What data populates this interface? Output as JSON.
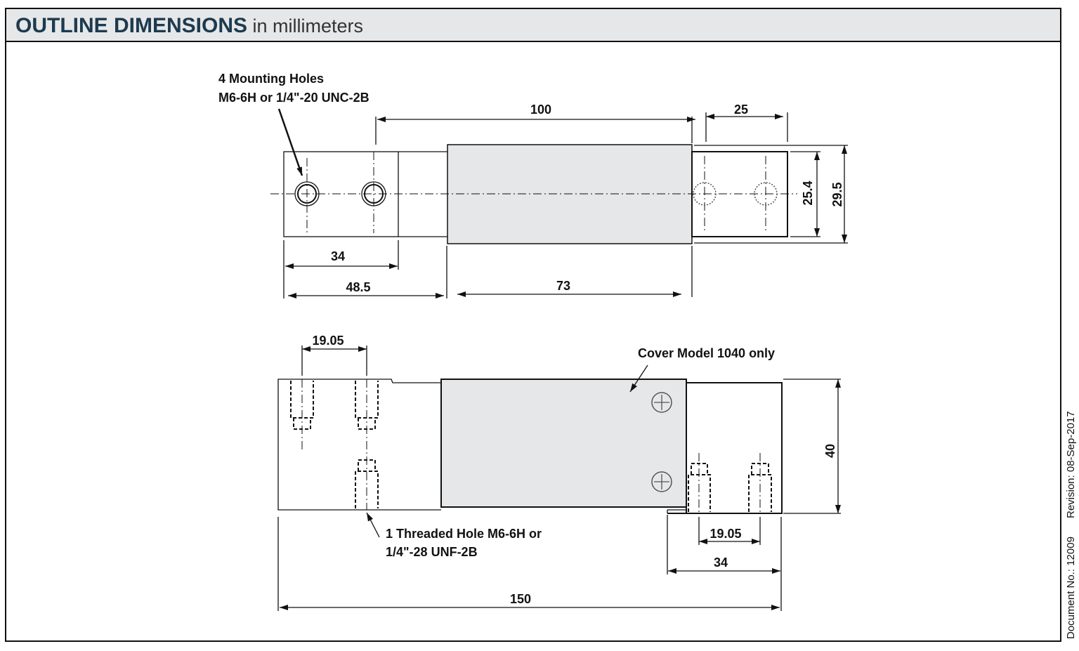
{
  "header": {
    "title_bold": "OUTLINE DIMENSIONS",
    "title_rest": " in millimeters"
  },
  "top_view": {
    "mounting_label_1": "4 Mounting Holes",
    "mounting_label_2": "M6-6H or 1/4\"-20 UNC-2B",
    "dims": {
      "d100": "100",
      "d25": "25",
      "d25_4": "25.4",
      "d29_5": "29.5",
      "d34": "34",
      "d48_5": "48.5",
      "d73": "73"
    }
  },
  "side_view": {
    "cover_label": "Cover Model 1040 only",
    "thread_label_1": "1 Threaded Hole M6-6H or",
    "thread_label_2": "1/4\"-28 UNF-2B",
    "dims": {
      "d19_05_top": "19.05",
      "d40": "40",
      "d19_05_bottom": "19.05",
      "d34": "34",
      "d150": "150"
    }
  },
  "footer": {
    "document_no": "Document No.: 12009",
    "revision": "Revision: 08-Sep-2017"
  },
  "colors": {
    "header_bg": "#e6e7e8",
    "body_fill": "#e6e7e8",
    "line": "#111111"
  }
}
